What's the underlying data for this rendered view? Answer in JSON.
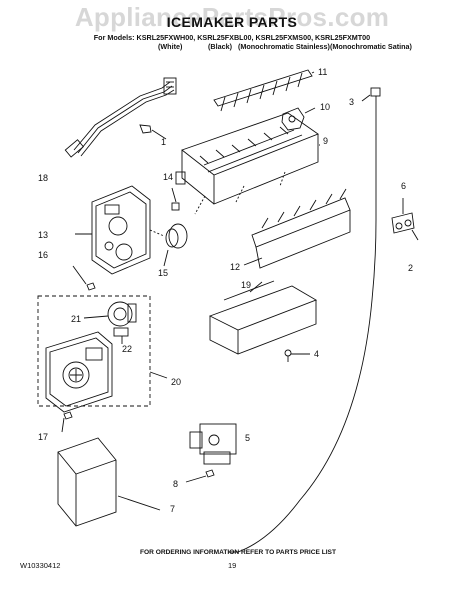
{
  "watermark": "AppliancePartsPros.com",
  "title": "ICEMAKER PARTS",
  "models_line": "For Models: KSRL25FXWH00, KSRL25FXBL00, KSRL25FXMS00, KSRL25FXMT00",
  "variants": [
    "(White)",
    "(Black)",
    "(Monochromatic Stainless)",
    "(Monochromatic Satina)"
  ],
  "callouts": [
    "1",
    "2",
    "3",
    "4",
    "5",
    "6",
    "7",
    "8",
    "9",
    "10",
    "11",
    "12",
    "13",
    "14",
    "15",
    "16",
    "17",
    "18",
    "19",
    "20",
    "21",
    "22"
  ],
  "footer_note": "FOR ORDERING INFORMATION REFER TO PARTS PRICE LIST",
  "doc_number": "W10330412",
  "page_number": "19"
}
